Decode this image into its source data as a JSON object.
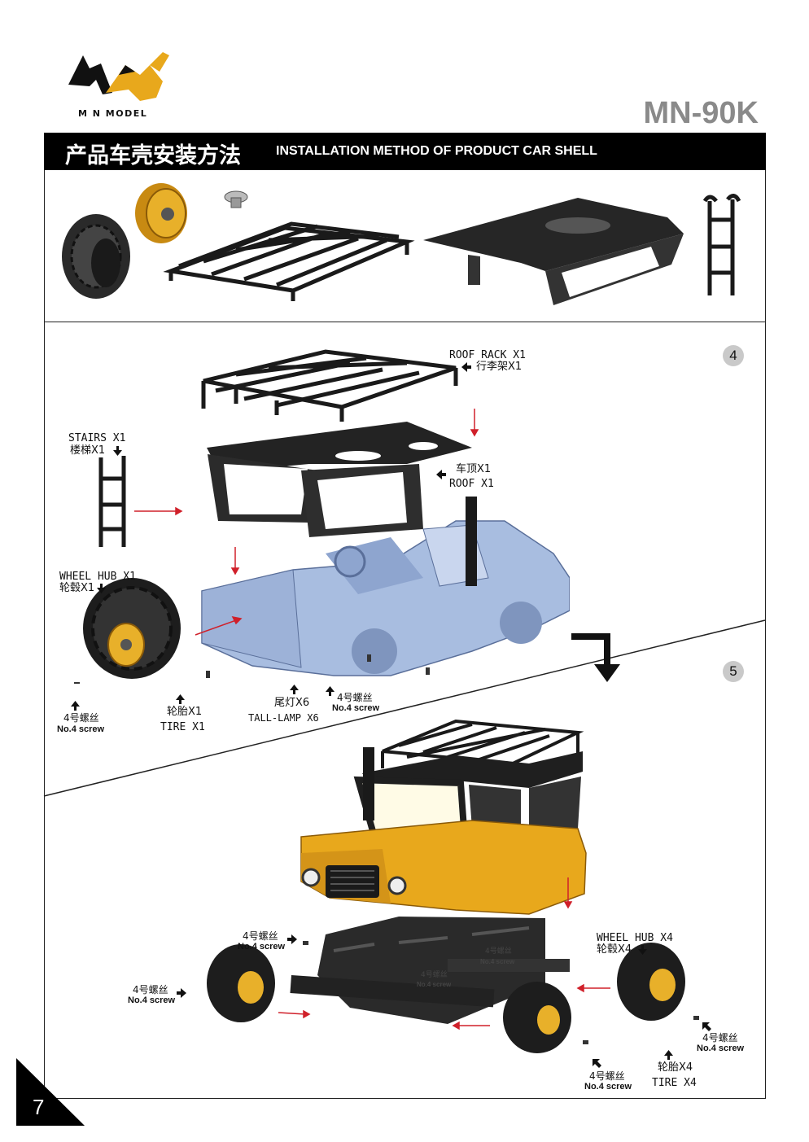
{
  "brand": {
    "logo_text": "M N MODEL",
    "model": "MN-90K"
  },
  "banner": {
    "title_zh": "产品车壳安装方法",
    "title_en": "INSTALLATION METHOD OF PRODUCT CAR SHELL"
  },
  "steps": {
    "step4": "4",
    "step5": "5"
  },
  "step4_labels": {
    "roof_rack_en": "ROOF RACK X1",
    "roof_rack_zh": "行李架X1",
    "stairs_en": "STAIRS X1",
    "stairs_zh": "楼梯X1",
    "roof_zh": "车顶X1",
    "roof_en": "ROOF X1",
    "wheel_hub_en": "WHEEL HUB X1",
    "wheel_hub_zh": "轮毂X1",
    "screw1_zh": "4号螺丝",
    "screw1_en": "No.4 screw",
    "tire_zh": "轮胎X1",
    "tire_en": "TIRE X1",
    "tail_zh": "尾灯X6",
    "tail_en": "TALL-LAMP X6",
    "screw2_zh": "4号螺丝",
    "screw2_en": "No.4 screw"
  },
  "step5_labels": {
    "screw_a_zh": "4号螺丝",
    "screw_a_en": "No.4 screw",
    "screw_b_zh": "4号螺丝",
    "screw_b_en": "No.4 screw",
    "screw_c_zh": "4号螺丝",
    "screw_c_en": "No.4 screw",
    "screw_d_zh": "4号螺丝",
    "screw_d_en": "No.4 screw",
    "screw_e_zh": "4号螺丝",
    "screw_e_en": "No.4 screw",
    "screw_f_zh": "4号螺丝",
    "screw_f_en": "No.4 screw",
    "wheel_hub_en": "WHEEL HUB X4",
    "wheel_hub_zh": "轮毂X4",
    "tire_zh": "轮胎X4",
    "tire_en": "TIRE X4"
  },
  "page_number": "7",
  "colors": {
    "body_blue": "#a8bde0",
    "body_yellow": "#e8a81c",
    "black": "#111111",
    "arrow_red": "#d0202a",
    "gold": "#d9a21a"
  }
}
